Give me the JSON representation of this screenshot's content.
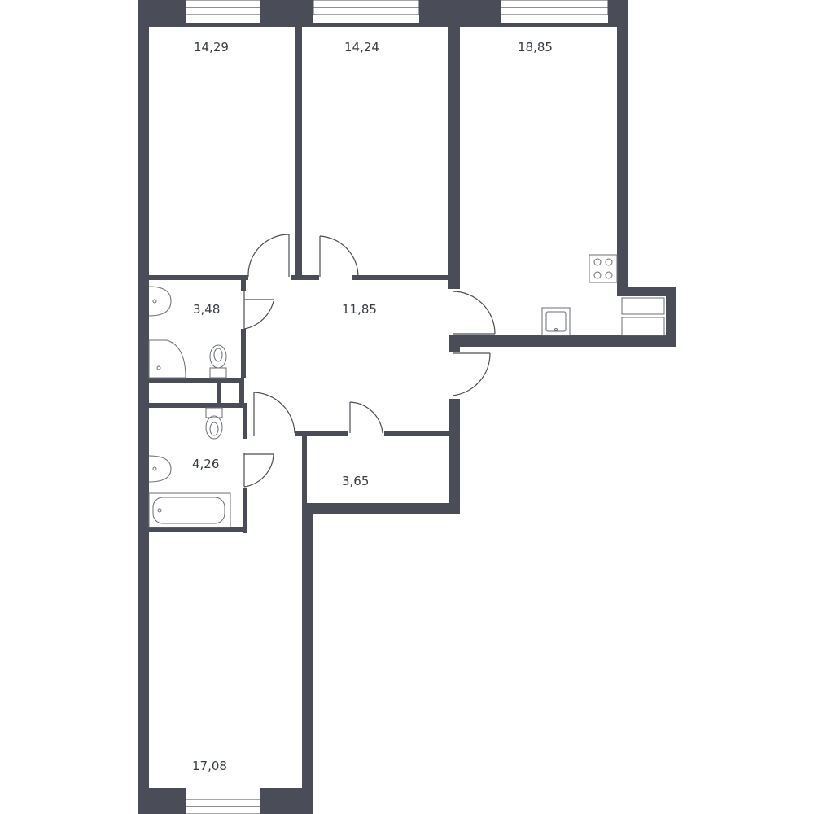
{
  "floorplan": {
    "colors": {
      "wall": "#4a4d57",
      "background": "#ffffff"
    },
    "rooms": [
      {
        "id": "bedroom-1",
        "area": "14,29"
      },
      {
        "id": "bedroom-2",
        "area": "14,24"
      },
      {
        "id": "kitchen-living",
        "area": "18,85"
      },
      {
        "id": "hallway",
        "area": "11,85"
      },
      {
        "id": "bathroom-1",
        "area": "3,48"
      },
      {
        "id": "bathroom-2",
        "area": "4,26"
      },
      {
        "id": "storage",
        "area": "3,65"
      },
      {
        "id": "bedroom-3",
        "area": "17,08"
      }
    ],
    "fixtures": [
      "stove-icon",
      "sink-icon",
      "toilet-icon",
      "washbasin-icon",
      "shower-icon",
      "bathtub-icon"
    ]
  }
}
